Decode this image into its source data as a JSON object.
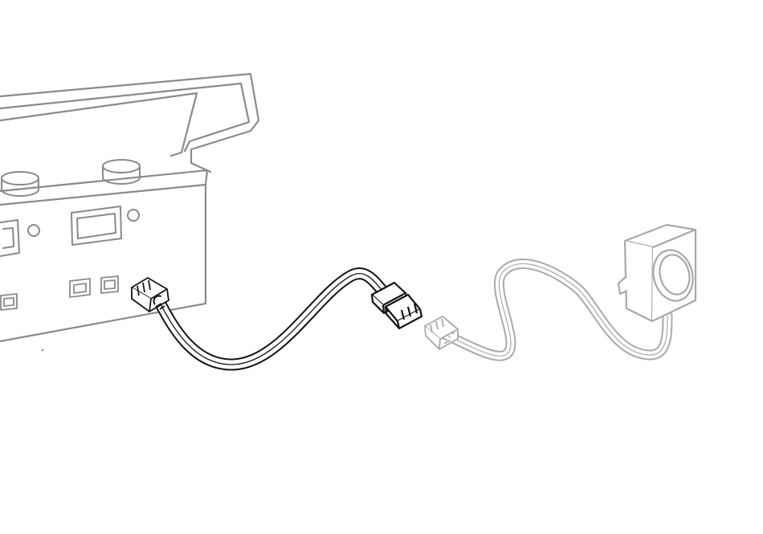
{
  "palette": {
    "background": "#ffffff",
    "device_outline": "#8a8a8a",
    "highlighted_cable": "#141414",
    "speaker_outline": "#a9a9a9"
  },
  "parts": [
    {
      "id": "base-unit",
      "icon": "pinball-cabinet-outline"
    },
    {
      "id": "extension-cable",
      "icon": "harness-with-connectors"
    },
    {
      "id": "speaker",
      "icon": "speaker-box-outline"
    }
  ]
}
